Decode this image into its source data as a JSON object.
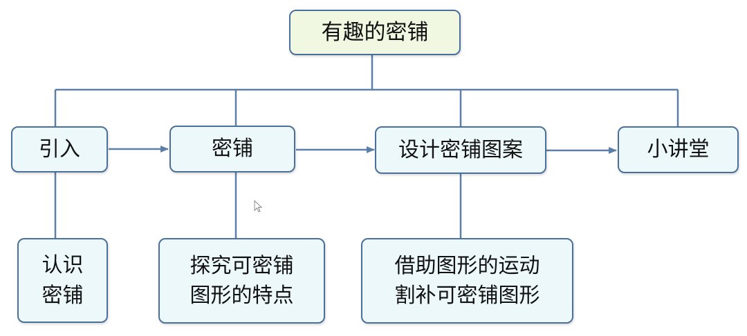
{
  "nodes": {
    "root": "有趣的密铺",
    "intro": "引入",
    "tiling": "密铺",
    "design": "设计密铺图案",
    "lecture": "小讲堂",
    "know_line1": "认识",
    "know_line2": "密铺",
    "explore_line1": "探究可密铺",
    "explore_line2": "图形的特点",
    "motion_line1": "借助图形的运动",
    "motion_line2": "割补可密铺图形"
  },
  "colors": {
    "line": "#5b7fa8",
    "border": "#4a6f9a",
    "node_fill": "#edf8fb",
    "root_fill": "#f1f8e2"
  }
}
